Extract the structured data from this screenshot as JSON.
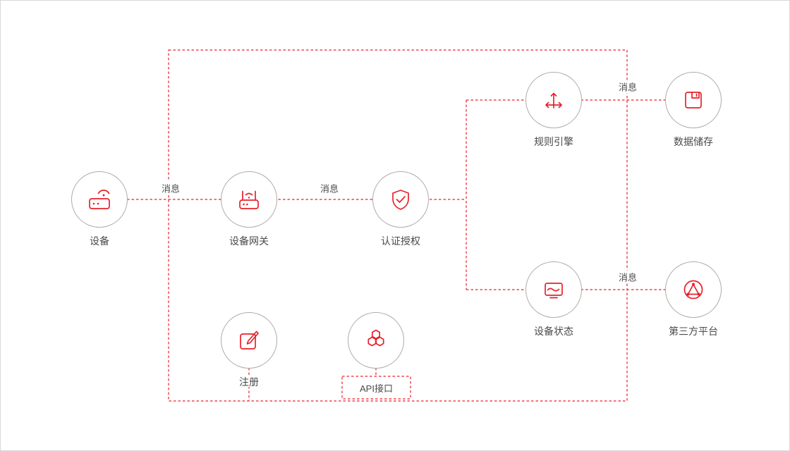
{
  "diagram": {
    "nodes": [
      {
        "id": "device",
        "icon": "device-icon",
        "label": "设备"
      },
      {
        "id": "gateway",
        "icon": "gateway-icon",
        "label": "设备网关"
      },
      {
        "id": "auth",
        "icon": "shield-check-icon",
        "label": "认证授权"
      },
      {
        "id": "rule-engine",
        "icon": "branch-arrows-icon",
        "label": "规则引擎"
      },
      {
        "id": "data-storage",
        "icon": "storage-icon",
        "label": "数据储存"
      },
      {
        "id": "device-status",
        "icon": "monitor-wave-icon",
        "label": "设备状态"
      },
      {
        "id": "third-party",
        "icon": "network-triangle-icon",
        "label": "第三方平台"
      },
      {
        "id": "register",
        "icon": "edit-pencil-icon",
        "label": "注册"
      },
      {
        "id": "api",
        "icon": "hexagons-icon",
        "label": "API接口"
      }
    ],
    "edge_labels": [
      {
        "id": "msg-device-gateway",
        "label": "消息"
      },
      {
        "id": "msg-gateway-auth",
        "label": "消息"
      },
      {
        "id": "msg-rule-storage",
        "label": "消息"
      },
      {
        "id": "msg-status-thirdparty",
        "label": "消息"
      }
    ],
    "colors": {
      "accent": "#e8212b",
      "circle_border": "#b3a9a9",
      "label_text": "#4a4a4a",
      "canvas_border": "#d9d9d9"
    }
  }
}
